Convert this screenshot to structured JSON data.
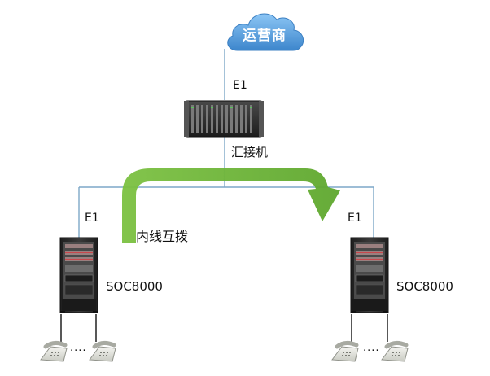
{
  "labels": {
    "carrier": "运营商",
    "trunk_top": "E1",
    "aggregator": "汇接机",
    "trunk_left": "E1",
    "trunk_right": "E1",
    "internal_call": "内线互拨",
    "pbx_left": "SOC8000",
    "pbx_right": "SOC8000",
    "phones_left_ellipsis": "....",
    "phones_right_ellipsis": "...."
  },
  "colors": {
    "line": "#7da7c8",
    "cloud": "#4f97d8",
    "arrow": "#72b83f",
    "rack": "#2b2b2b"
  },
  "icons": {
    "carrier": "cloud-icon",
    "aggregator": "server-chassis-icon",
    "pbx": "server-rack-icon",
    "phone": "desk-phone-icon"
  }
}
